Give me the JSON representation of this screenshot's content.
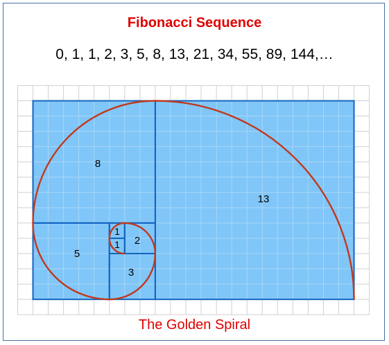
{
  "title": "Fibonacci Sequence",
  "sequence_text": "0, 1, 1, 2, 3, 5, 8, 13, 21, 34, 55, 89, 144,…",
  "caption": "The Golden Spiral",
  "squares": [
    {
      "label": "13"
    },
    {
      "label": "8"
    },
    {
      "label": "5"
    },
    {
      "label": "3"
    },
    {
      "label": "2"
    },
    {
      "label": "1"
    },
    {
      "label": "1"
    }
  ],
  "colors": {
    "title": "#e00000",
    "fill": "#80c6f8",
    "square_border": "#1565c0",
    "spiral": "#c0391b",
    "grid": "#d0d0d0",
    "frame": "#4a6fa5"
  }
}
